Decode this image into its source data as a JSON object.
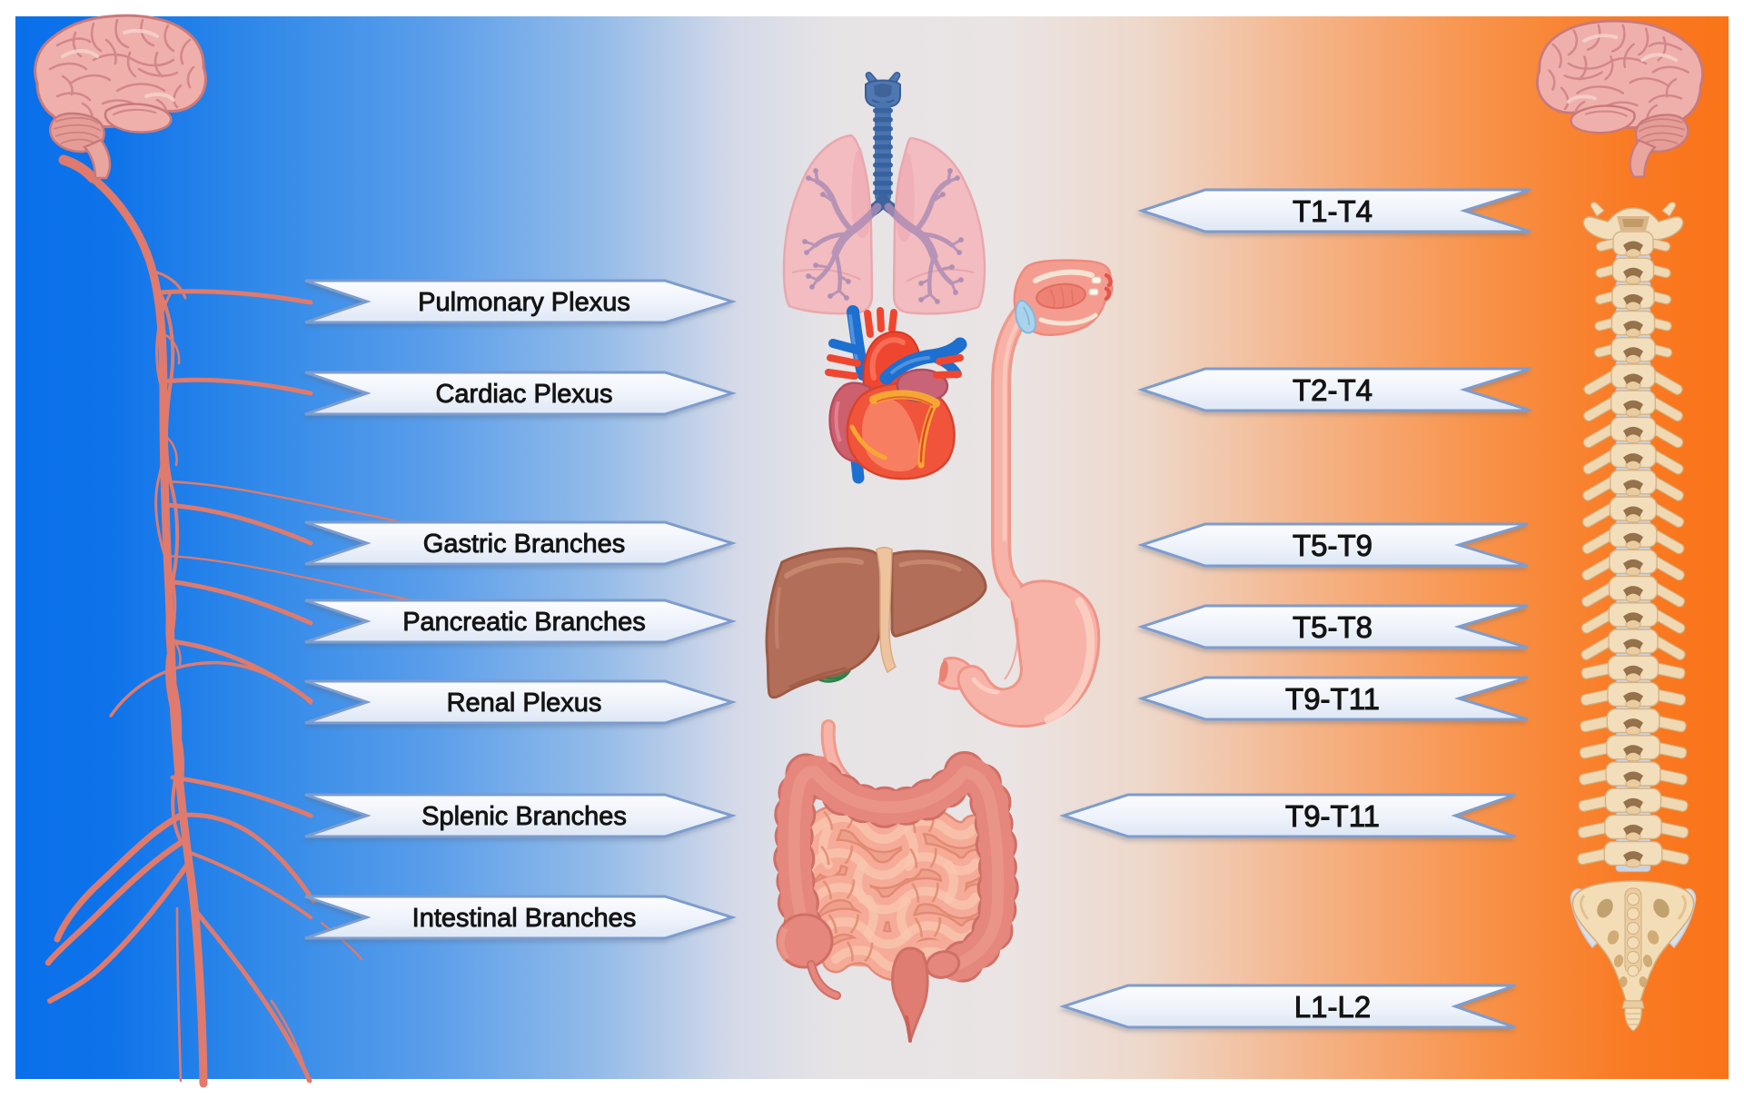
{
  "figure": {
    "left_labels": [
      "Pulmonary Plexus",
      "Cardiac Plexus",
      "Gastric Branches",
      "Pancreatic Branches",
      "Renal Plexus",
      "Splenic Branches",
      "Intestinal Branches"
    ],
    "right_labels": [
      "T1-T4",
      "T2-T4",
      "T5-T9",
      "T5-T8",
      "T9-T11",
      "T9-T11",
      "L1-L2"
    ],
    "illustrations": [
      "brain-left",
      "vagus-nerve",
      "lungs-trachea",
      "heart",
      "mouth-esophagus",
      "liver-gallbladder",
      "stomach",
      "small-intestine",
      "large-intestine",
      "brain-right",
      "spinal-column"
    ],
    "colors": {
      "left_background": "#0a70ea",
      "right_background": "#f97318",
      "center_background": "#e9e5e6",
      "banner_fill": "#eef2fa",
      "banner_border": "#7e9ac9",
      "nerve": "#df7a6d",
      "bone": "#f3debb",
      "label_text": "#111111"
    }
  }
}
